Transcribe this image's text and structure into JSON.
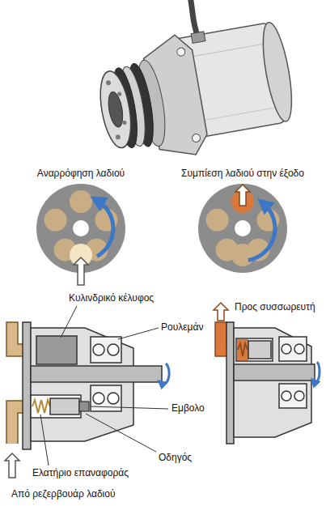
{
  "diagram": {
    "labels": [
      "Αναρρόφηση λαδιού",
      "Συμπίεση λαδιού στην έξοδο",
      "Κυλινδρικό κέλυφος",
      "Ρουλεμάν",
      "Προς συσσωρευτή",
      "Εμβολο",
      "Οδηγός",
      "Ελατήριο επαναφοράς",
      "Από ρεζερβουάρ λαδιού"
    ]
  }
}
